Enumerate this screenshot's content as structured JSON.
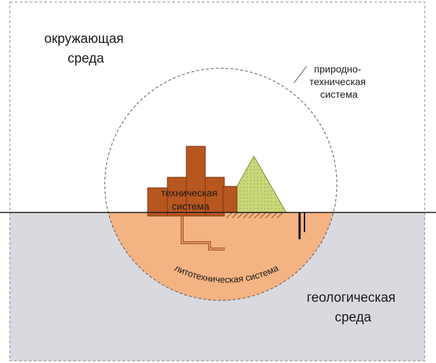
{
  "labels": {
    "environment": [
      "окружающая",
      "среда"
    ],
    "natural_technical": [
      "природно-",
      "техническая",
      "система"
    ],
    "technical": [
      "техническая",
      "система"
    ],
    "lithotechnical": "литотехническая система",
    "geological": [
      "геологическая",
      "среда"
    ]
  },
  "colors": {
    "geological_fill": "#d9d9df",
    "lithotechnical_fill": "#f4b383",
    "building_fill": "#b8561f",
    "building_stroke": "#7a3410",
    "pile_fill": "#c8d77a",
    "line": "#1a1a1a"
  }
}
